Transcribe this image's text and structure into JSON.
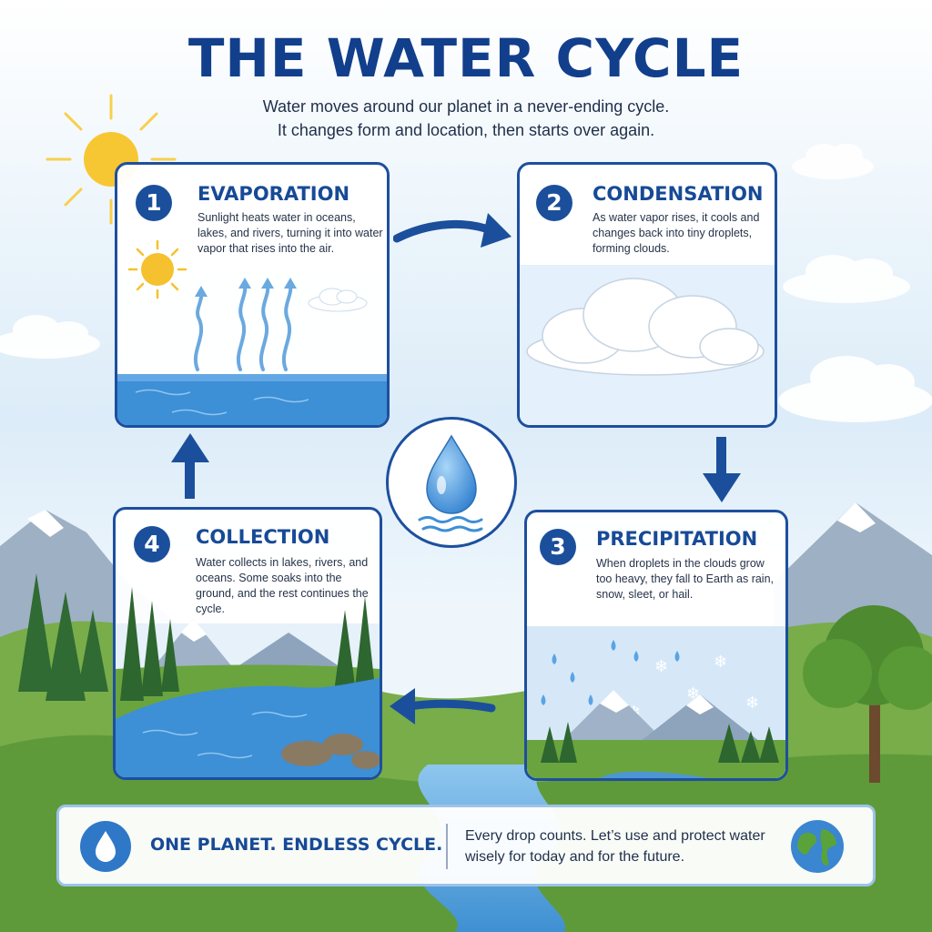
{
  "title": "THE WATER CYCLE",
  "subtitle_lines": [
    "Water moves around our planet in a never-ending cycle.",
    "It changes form and location, then starts over again."
  ],
  "steps": [
    {
      "number": "1",
      "title": "EVAPORATION",
      "description": "Sunlight heats water in oceans, lakes, and rivers, turning it into water vapor that rises into the air."
    },
    {
      "number": "2",
      "title": "CONDENSATION",
      "description": "As water vapor rises, it cools and changes back into tiny droplets, forming clouds."
    },
    {
      "number": "3",
      "title": "PRECIPITATION",
      "description": "When droplets in the clouds grow too heavy, they fall to Earth as rain, snow, sleet, or hail."
    },
    {
      "number": "4",
      "title": "COLLECTION",
      "description": "Water collects in lakes, rivers, and oceans. Some soaks into the ground, and the rest continues the cycle."
    }
  ],
  "banner": {
    "heading": "ONE PLANET. ENDLESS CYCLE.",
    "message": "Every drop counts. Let’s use and protect water wisely for today and for the future."
  },
  "icons": {
    "center": "water-drop-icon",
    "banner_left": "water-drop-icon",
    "banner_right": "globe-icon"
  },
  "colors": {
    "accent": "#1b4f9c",
    "title": "#123f8c",
    "water": "#3d8fd6",
    "grass": "#5e9a3a"
  }
}
